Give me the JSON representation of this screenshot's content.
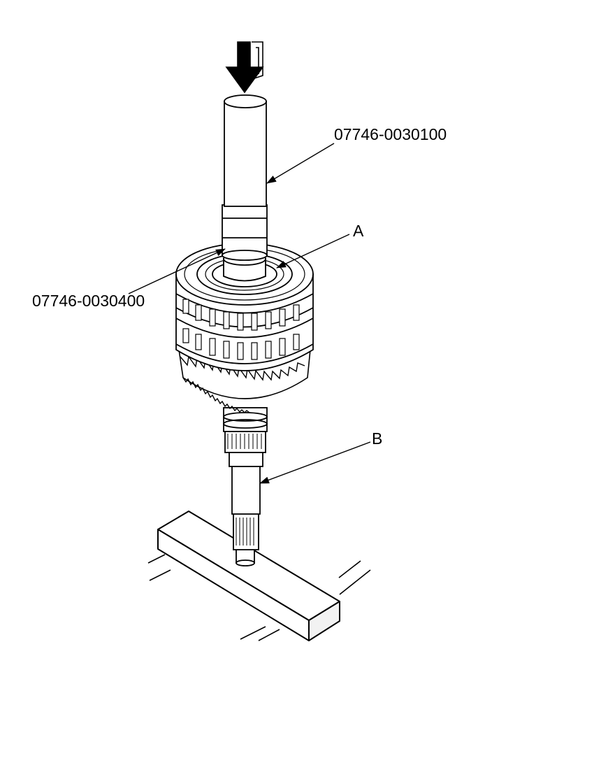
{
  "labels": {
    "tool_top": "07746-0030100",
    "tool_mid": "07746-0030400",
    "part_a": "A",
    "part_b": "B"
  },
  "colors": {
    "line": "#000000",
    "fill": "#ffffff",
    "shade": "#e6e6e6"
  }
}
